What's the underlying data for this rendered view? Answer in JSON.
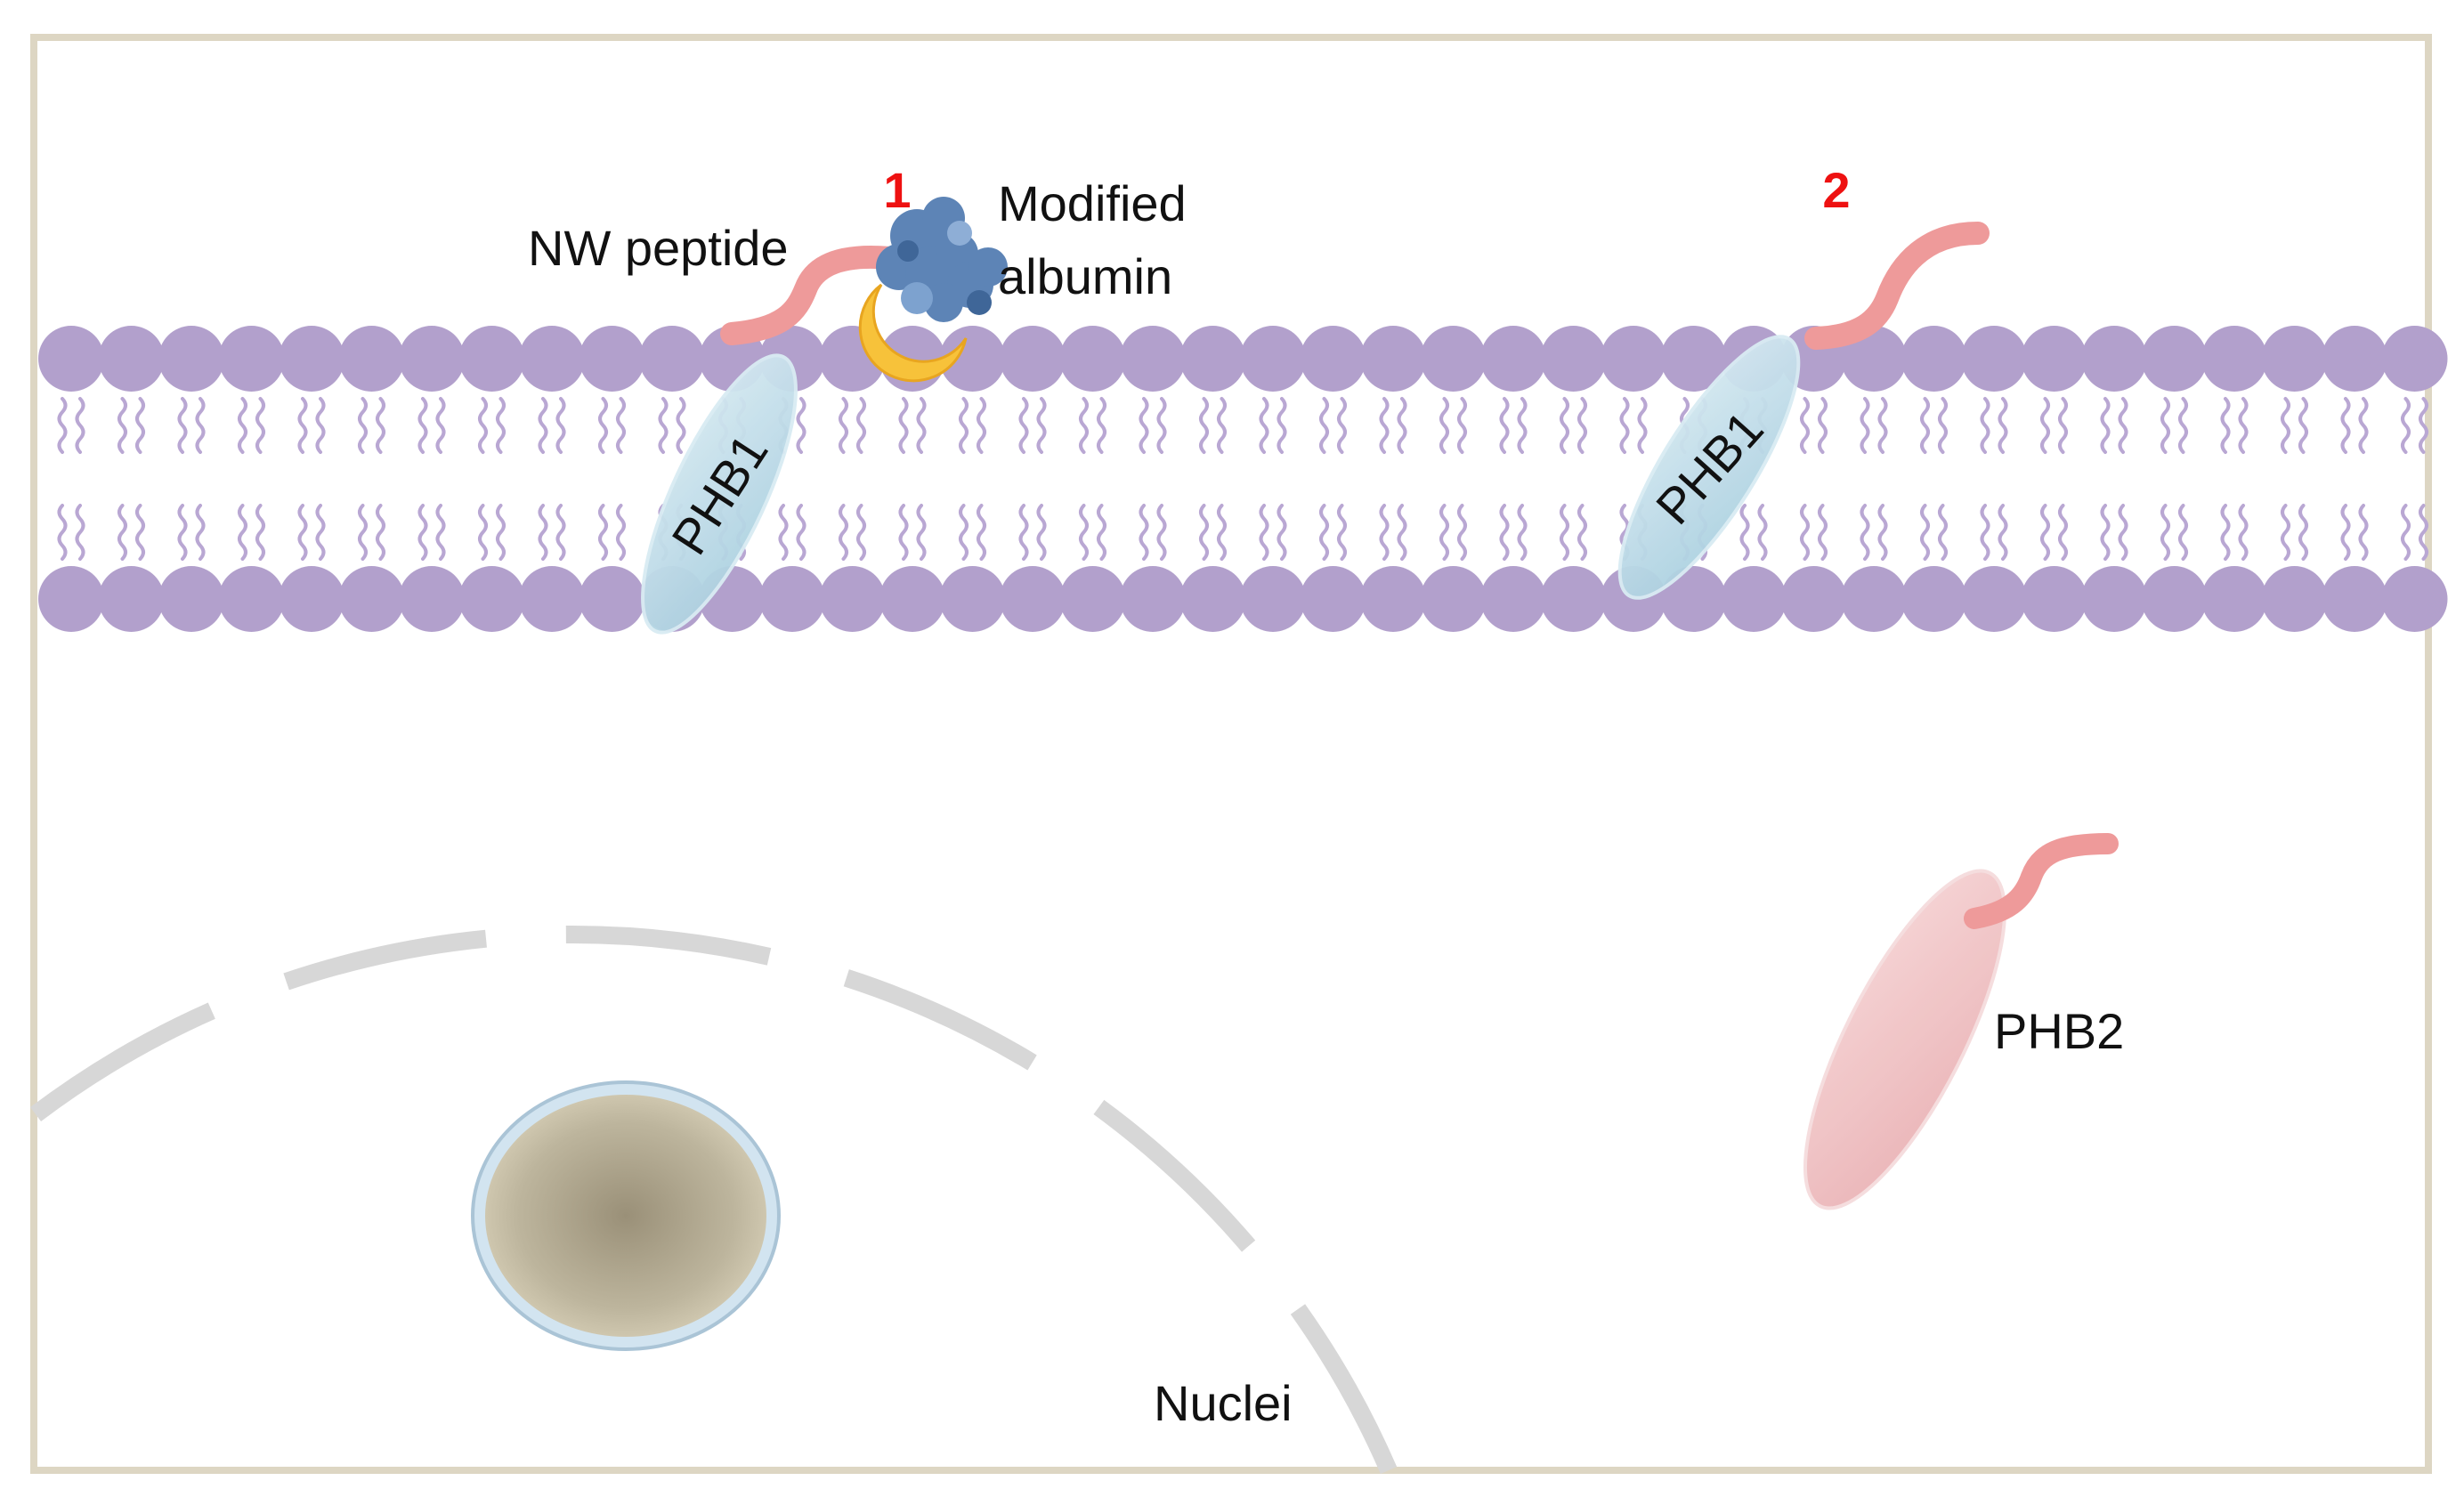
{
  "labels": {
    "number_1": "1",
    "number_2": "2",
    "nw_peptide": "NW peptide",
    "modified_albumin_line1": "Modified",
    "modified_albumin_line2": "albumin",
    "phb1_left": "PHB1",
    "phb1_right": "PHB1",
    "phb2": "PHB2",
    "nuclei": "Nuclei"
  },
  "colors": {
    "frame_border": "#ddd6c3",
    "membrane": "#b2a0cc",
    "membrane_tail": "#b9a7d3",
    "phb1": "#c2dde8",
    "phb2": "#f2c4c6",
    "peptide": "#ee9a9a",
    "number_red": "#ee1111",
    "nucleus_boundary": "#d7d7d7",
    "nucleolus_center": "#9a9078",
    "nucleolus_edge": "#d6ceb6",
    "nucleolus_ring": "#d2e4f0",
    "albumin_blue": "#5d84b6",
    "albumin_crescent": "#f7c23a"
  },
  "icons": {
    "albumin": "albumin-protein-icon",
    "crescent": "crescent-ligand-icon",
    "nucleolus": "nucleolus-icon"
  }
}
